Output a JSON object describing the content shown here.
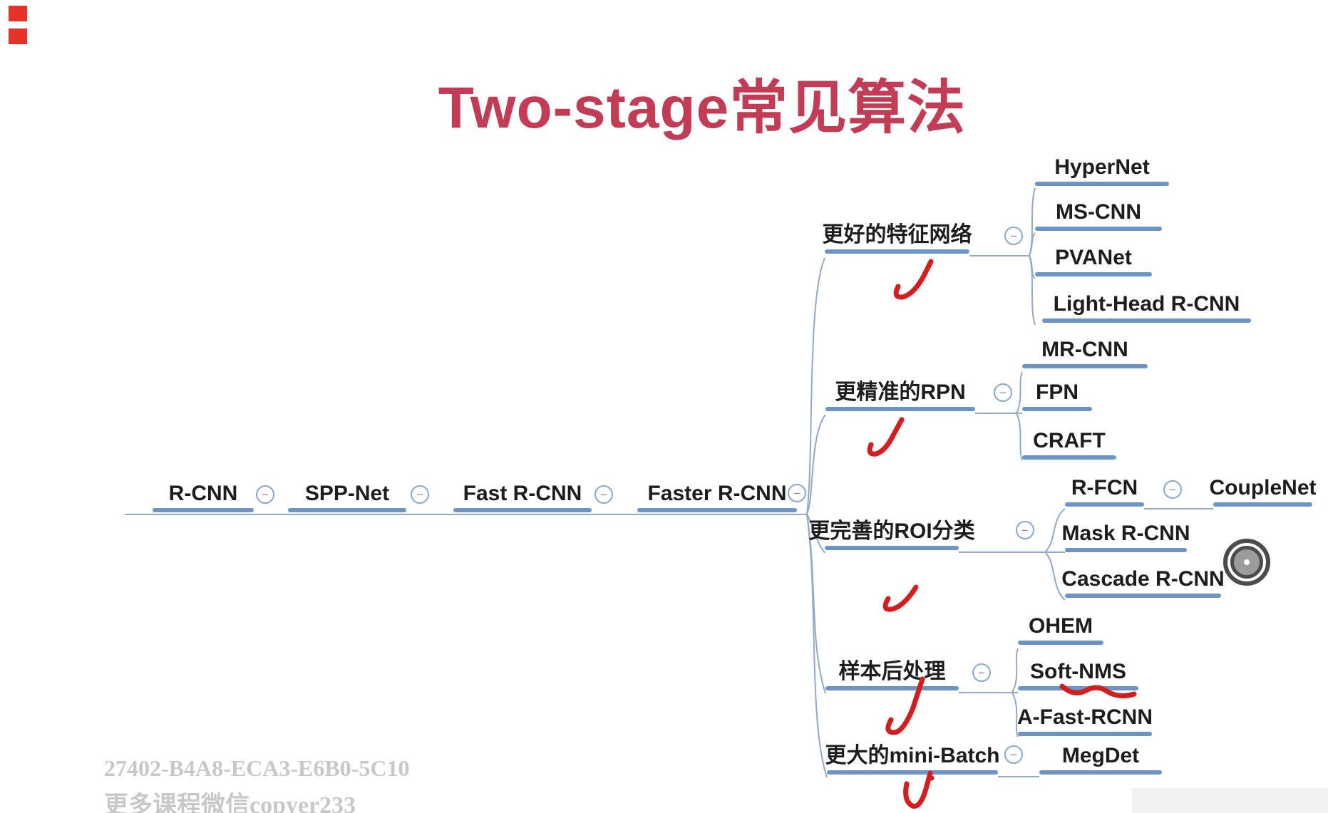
{
  "title": {
    "text": "Two-stage常见算法"
  },
  "icons": {
    "minus": "−"
  },
  "colors": {
    "title_red": "#c33c55",
    "node_bar_blue": "#6e94c6",
    "connector_blue": "#92aac8",
    "pen_red": "#d21e1e",
    "text_dark": "#1d1d1f",
    "minus_ring_blue": "#8ba8cd",
    "watermark_gray": "#c8c8c8",
    "recording_red": "#e63229",
    "panel_gray": "#f1f1f2",
    "cursor_gray": "#9c9c9c"
  },
  "chain": [
    {
      "label": "R-CNN"
    },
    {
      "label": "SPP-Net"
    },
    {
      "label": "Fast R-CNN"
    },
    {
      "label": "Faster R-CNN"
    }
  ],
  "branches": [
    {
      "label": "更好的特征网络",
      "checked": true,
      "children": [
        {
          "label": "HyperNet"
        },
        {
          "label": "MS-CNN"
        },
        {
          "label": "PVANet"
        },
        {
          "label": "Light-Head R-CNN"
        }
      ]
    },
    {
      "label": "更精准的RPN",
      "checked": true,
      "children": [
        {
          "label": "MR-CNN"
        },
        {
          "label": "FPN"
        },
        {
          "label": "CRAFT"
        }
      ]
    },
    {
      "label": "更完善的ROI分类",
      "checked": true,
      "children": [
        {
          "label": "R-FCN",
          "sub": [
            {
              "label": "CoupleNet"
            }
          ]
        },
        {
          "label": "Mask R-CNN"
        },
        {
          "label": "Cascade R-CNN"
        }
      ]
    },
    {
      "label": "样本后处理",
      "checked": true,
      "children": [
        {
          "label": "OHEM"
        },
        {
          "label": "Soft-NMS",
          "red_underlined": true
        },
        {
          "label": "A-Fast-RCNN"
        }
      ]
    },
    {
      "label": "更大的mini-Batch",
      "checked": true,
      "children": [
        {
          "label": "MegDet"
        }
      ]
    }
  ],
  "watermark": {
    "line1": "27402-B4A8-ECA3-E6B0-5C10",
    "line2": "更多课程微信copyer233"
  }
}
